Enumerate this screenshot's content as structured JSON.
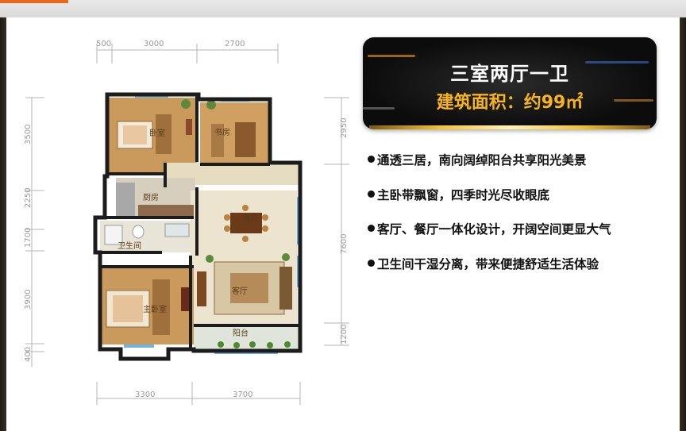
{
  "title_card": {
    "main": "三室两厅一卫",
    "area": "建筑面积：约99㎡"
  },
  "features": [
    "通透三居，南向阔绰阳台共享阳光美景",
    "主卧带飘窗，四季时光尽收眼底",
    "客厅、餐厅一体化设计，开阔空间更显大气",
    "卫生间干湿分离，带来便捷舒适生活体验"
  ],
  "dimensions": {
    "top": [
      "500",
      "3000",
      "2700"
    ],
    "bottom": [
      "3300",
      "3700"
    ],
    "left": [
      "3500",
      "2250",
      "1700",
      "3900",
      "400"
    ],
    "right": [
      "2950",
      "7600",
      "1200"
    ]
  },
  "rooms": {
    "bedroom1": "卧室",
    "study": "书房",
    "kitchen": "厨房",
    "dining": "餐厅",
    "bathroom": "卫生间",
    "master": "主卧室",
    "living": "客厅",
    "balcony": "阳台"
  },
  "colors": {
    "gold": "#f7b51b",
    "card": "#0c0c0c",
    "wood": "#c99a5b",
    "wall": "#1c1c1c"
  }
}
